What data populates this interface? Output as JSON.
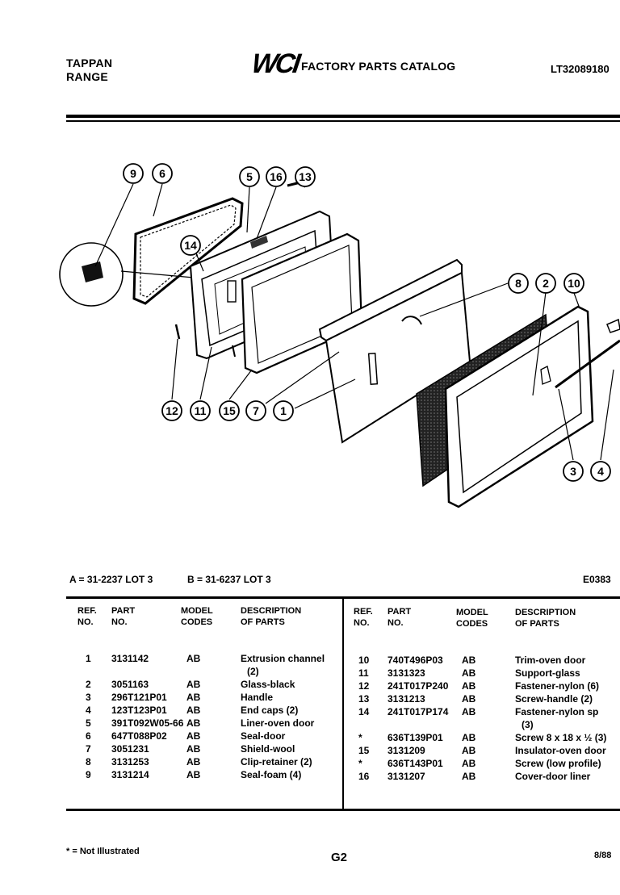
{
  "header": {
    "brand_line1": "TAPPAN",
    "brand_line2": "RANGE",
    "logo": "WCI",
    "title": "FACTORY PARTS CATALOG",
    "model_number": "LT32089180"
  },
  "diagram": {
    "callouts": [
      "9",
      "6",
      "5",
      "16",
      "13",
      "14",
      "8",
      "2",
      "10",
      "12",
      "11",
      "15",
      "7",
      "1",
      "3",
      "4"
    ],
    "codes": {
      "a": "A = 31-2237 LOT 3",
      "b": "B = 31-6237 LOT 3"
    },
    "figure_id": "E0383"
  },
  "table": {
    "headers": {
      "ref": "REF.",
      "no": "NO.",
      "part": "PART",
      "part_no": "NO.",
      "model": "MODEL",
      "codes": "CODES",
      "desc": "DESCRIPTION",
      "of_parts": "OF PARTS"
    },
    "left_rows": [
      {
        "ref": "1",
        "part": "3131142",
        "code": "AB",
        "desc": "Extrusion channel",
        "desc2": "(2)"
      },
      {
        "ref": "2",
        "part": "3051163",
        "code": "AB",
        "desc": "Glass-black",
        "desc2": ""
      },
      {
        "ref": "3",
        "part": "296T121P01",
        "code": "AB",
        "desc": "Handle",
        "desc2": ""
      },
      {
        "ref": "4",
        "part": "123T123P01",
        "code": "AB",
        "desc": "End caps (2)",
        "desc2": ""
      },
      {
        "ref": "5",
        "part": "391T092W05-66",
        "code": "AB",
        "desc": "Liner-oven door",
        "desc2": ""
      },
      {
        "ref": "6",
        "part": "647T088P02",
        "code": "AB",
        "desc": "Seal-door",
        "desc2": ""
      },
      {
        "ref": "7",
        "part": "3051231",
        "code": "AB",
        "desc": "Shield-wool",
        "desc2": ""
      },
      {
        "ref": "8",
        "part": "3131253",
        "code": "AB",
        "desc": "Clip-retainer (2)",
        "desc2": ""
      },
      {
        "ref": "9",
        "part": "3131214",
        "code": "AB",
        "desc": "Seal-foam (4)",
        "desc2": ""
      }
    ],
    "right_rows": [
      {
        "ref": "10",
        "part": "740T496P03",
        "code": "AB",
        "desc": "Trim-oven door",
        "desc2": ""
      },
      {
        "ref": "11",
        "part": "3131323",
        "code": "AB",
        "desc": "Support-glass",
        "desc2": ""
      },
      {
        "ref": "12",
        "part": "241T017P240",
        "code": "AB",
        "desc": "Fastener-nylon (6)",
        "desc2": ""
      },
      {
        "ref": "13",
        "part": "3131213",
        "code": "AB",
        "desc": "Screw-handle (2)",
        "desc2": ""
      },
      {
        "ref": "14",
        "part": "241T017P174",
        "code": "AB",
        "desc": "Fastener-nylon sp",
        "desc2": "(3)"
      },
      {
        "ref": "*",
        "part": "636T139P01",
        "code": "AB",
        "desc": "Screw 8 x 18 x ½ (3)",
        "desc2": ""
      },
      {
        "ref": "15",
        "part": "3131209",
        "code": "AB",
        "desc": "Insulator-oven door",
        "desc2": ""
      },
      {
        "ref": "*",
        "part": "636T143P01",
        "code": "AB",
        "desc": "Screw (low profile)",
        "desc2": ""
      },
      {
        "ref": "16",
        "part": "3131207",
        "code": "AB",
        "desc": "Cover-door liner",
        "desc2": ""
      }
    ]
  },
  "footer": {
    "note": "* = Not Illustrated",
    "page": "G2",
    "date": "8/88"
  }
}
